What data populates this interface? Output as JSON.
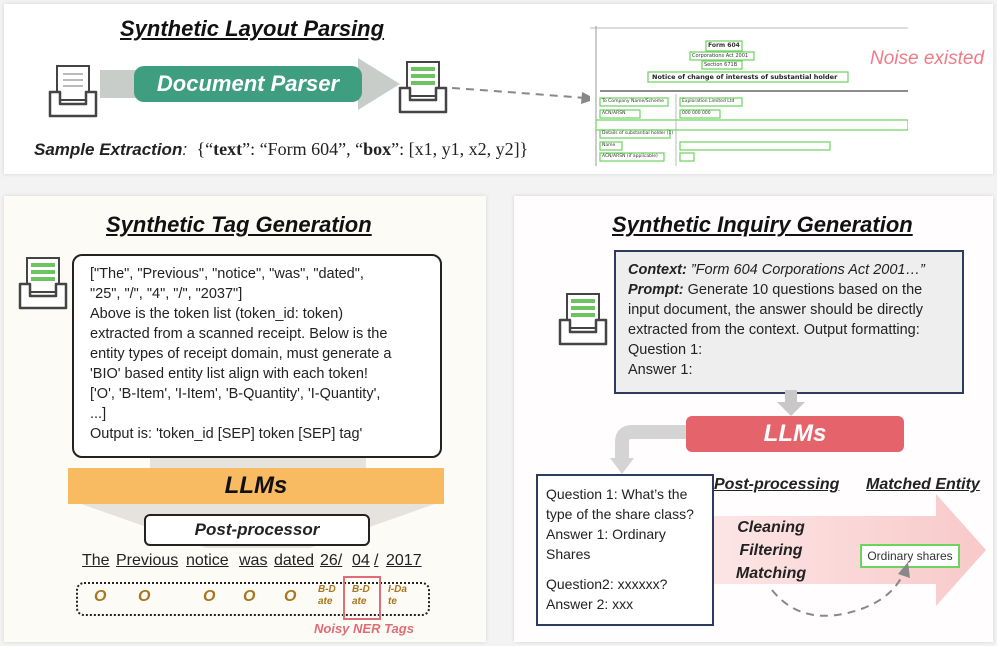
{
  "layout_parsing": {
    "title": "Synthetic Layout Parsing",
    "parser_label": "Document Parser",
    "noise_label": "Noise existed",
    "sample_label": "Sample Extraction",
    "sample_parts": [
      "{“",
      "text",
      "”: “Form 604”, “",
      "box",
      "”: [x1, y1, x2, y2]}"
    ],
    "doc_lines": [
      "Form 604",
      "Corporations Act 2001",
      "Section 671B",
      "Notice of change of interests of substantial holder",
      "To Company Name/Scheme",
      "ACN/ARSN",
      "Details of substantial holder (1)",
      "Name",
      "ACN/ARSN (if applicable)"
    ],
    "doc_values": [
      "Exploration Limited Ltd",
      "000 000 000",
      "",
      "",
      "",
      ""
    ]
  },
  "tag_generation": {
    "title": "Synthetic Tag Generation",
    "prompt_lines": [
      "[\"The\", \"Previous\", \"notice\", \"was\", \"dated\",",
      "\"25\", \"/\", \"4\", \"/\", \"2037\"]",
      "Above is the token list (token_id: token)",
      "extracted from a scanned receipt. Below is the",
      "entity types of receipt domain, must generate a",
      "'BIO' based entity list align with each token!",
      "['O', 'B-Item', 'I-Item', 'B-Quantity', 'I-Quantity',",
      "...]",
      "Output is: 'token_id [SEP] token [SEP] tag'"
    ],
    "llm_label": "LLMs",
    "postprocessor_label": "Post-processor",
    "tokens": [
      "The",
      "Previous",
      "notice",
      "was",
      "dated",
      "26/",
      "04",
      "/",
      "2017"
    ],
    "tags": [
      "O",
      "O",
      "O",
      "O",
      "O",
      "B-Date",
      "B-Date",
      "I-Date"
    ],
    "noisy_label": "Noisy NER Tags"
  },
  "inquiry_generation": {
    "title": "Synthetic Inquiry Generation",
    "context_label": "Context:",
    "context_value": "”Form 604 Corporations Act 2001…”",
    "prompt_label": "Prompt:",
    "prompt_lines": [
      " Generate 10 questions based on the",
      "input document, the answer should be directly",
      "extracted from the context. Output formatting:",
      "Question 1:",
      "Answer 1:"
    ],
    "llm_label": "LLMs",
    "qa_lines": [
      "Question 1: What’s the",
      "type of the share class?",
      "Answer 1: Ordinary",
      "Shares",
      "",
      "Question2: xxxxxx?",
      "Answer 2: xxx"
    ],
    "postprocessing_label": "Post-processing",
    "matched_label": "Matched Entity",
    "steps": [
      "Cleaning",
      "Filtering",
      "Matching"
    ],
    "entity_value": "Ordinary shares"
  },
  "colors": {
    "parser_green": "#3f9e80",
    "llm_orange": "#f9bb62",
    "llm_red": "#e5636a",
    "noise_pink": "#f07a86",
    "tag_brown": "#a8761e",
    "noisy_red": "#e06c75",
    "box_blue": "#2d3b5e"
  }
}
